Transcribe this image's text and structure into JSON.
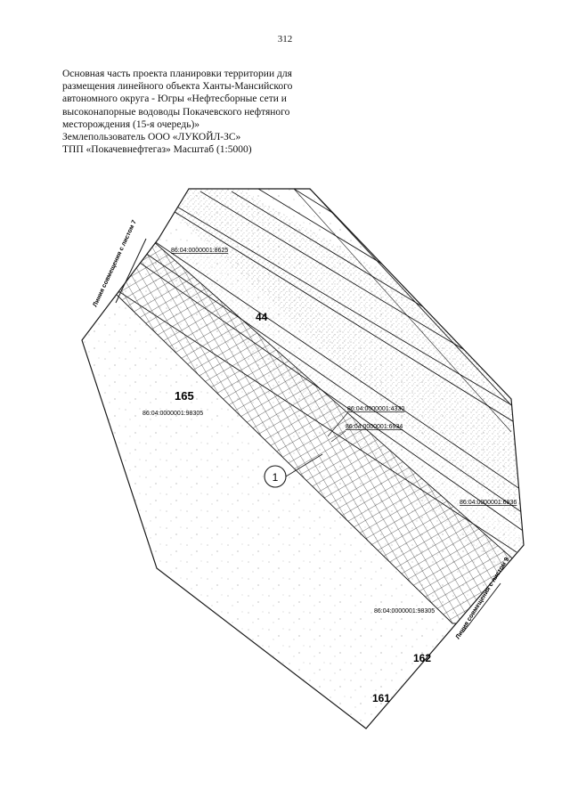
{
  "page_number": "312",
  "caption": {
    "lines": [
      "Основная часть проекта планировки территории для",
      "размещения линейного объекта Ханты-Мансийского",
      "автономного округа - Югры «Нефтесборные сети и",
      "высоконапорные водоводы Покачевского нефтяного",
      "месторождения (15-я очередь)»",
      "Землепользователь ООО «ЛУКОЙЛ-ЗС»",
      "ТПП «Покачевнефтегаз» Масштаб (1:5000)"
    ]
  },
  "map": {
    "parcel_labels": {
      "p1": "86:04:0000001:8625",
      "p2": "86:04:0000001:4330",
      "p3": "86:04:0000001:6934",
      "p4": "86:04:0000001:98305",
      "p5": "86:04:0000001:6836",
      "p6": "86:04:0000001:98305"
    },
    "quarter_numbers": {
      "q44": "44",
      "q165": "165",
      "q162": "162",
      "q161": "161"
    },
    "match_line_labels": {
      "left": "Линия совмещения с листом 7",
      "right": "Линия совмещения с листом 9"
    },
    "callout": "1",
    "colors": {
      "line": "#1a1a1a",
      "grid": "#3a3a3a",
      "stipple": "#9a9a9a"
    }
  }
}
